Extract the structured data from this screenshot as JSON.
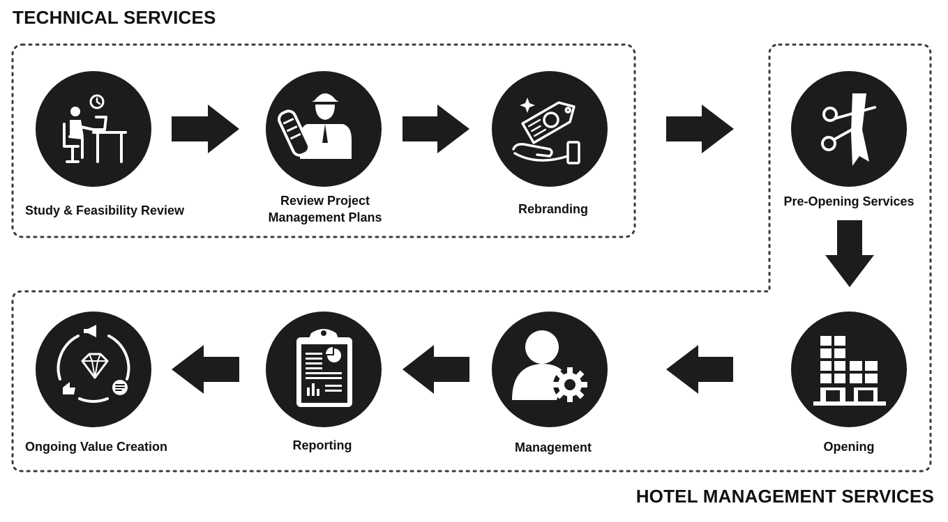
{
  "headings": {
    "technical": "TECHNICAL SERVICES",
    "hotel": "HOTEL MANAGEMENT SERVICES"
  },
  "steps": [
    {
      "label": "Study & Feasibility Review",
      "icon": "person-at-desk-icon"
    },
    {
      "label": "Review Project",
      "label2": "Management Plans",
      "icon": "engineer-with-blueprint-icon"
    },
    {
      "label": "Rebranding",
      "icon": "tag-in-hand-icon"
    },
    {
      "label": "Pre-Opening Services",
      "icon": "ribbon-cutting-scissors-icon"
    },
    {
      "label": "Opening",
      "icon": "hotel-building-icon"
    },
    {
      "label": "Management",
      "icon": "user-gear-icon"
    },
    {
      "label": "Reporting",
      "icon": "clipboard-report-icon"
    },
    {
      "label": "Ongoing Value Creation",
      "icon": "diamond-cycle-icon"
    }
  ],
  "colors": {
    "circle": "#1c1c1c",
    "arrow": "#1c1c1c",
    "border": "#3a3a3a",
    "background": "#ffffff"
  }
}
